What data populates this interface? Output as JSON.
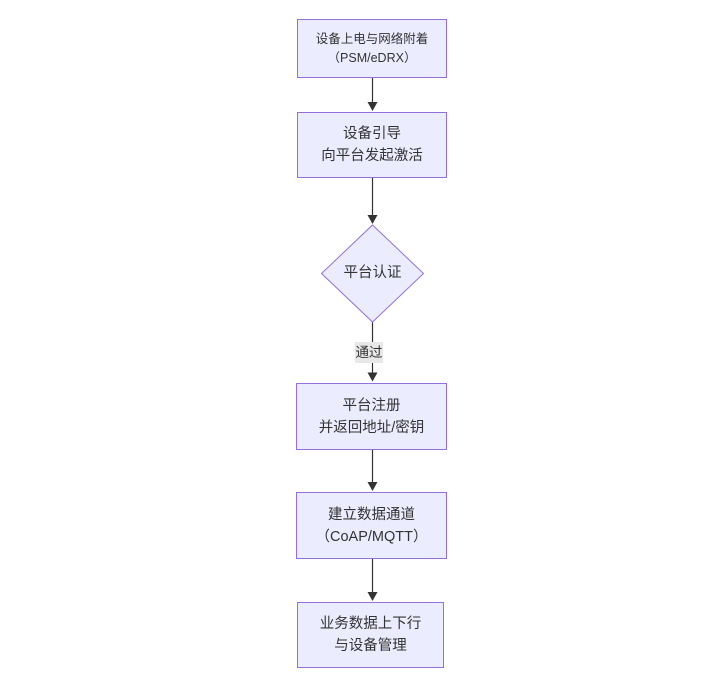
{
  "diagram": {
    "type": "flowchart-top-down",
    "colors": {
      "node_fill": "#ECECFF",
      "node_border": "#9370DB",
      "edge_line": "#333333",
      "arrowhead": "#333333",
      "text": "#333333",
      "edge_label_bg": "#e8e8e8",
      "background": "#ffffff"
    },
    "nodes": [
      {
        "id": "power-attach",
        "shape": "rect",
        "line1": "设备上电与网络附着",
        "line2": "（PSM/eDRX）"
      },
      {
        "id": "device-bootstrap",
        "shape": "rect",
        "line1": "设备引导",
        "line2": "向平台发起激活"
      },
      {
        "id": "platform-auth",
        "shape": "diamond",
        "label": "平台认证"
      },
      {
        "id": "platform-register",
        "shape": "rect",
        "line1": "平台注册",
        "line2": "并返回地址/密钥"
      },
      {
        "id": "data-channel",
        "shape": "rect",
        "line1": "建立数据通道",
        "line2": "（CoAP/MQTT）"
      },
      {
        "id": "business-data",
        "shape": "rect",
        "line1": "业务数据上下行",
        "line2": "与设备管理"
      }
    ],
    "edges": [
      {
        "from": "power-attach",
        "to": "device-bootstrap",
        "label": ""
      },
      {
        "from": "device-bootstrap",
        "to": "platform-auth",
        "label": ""
      },
      {
        "from": "platform-auth",
        "to": "platform-register",
        "label": "通过"
      },
      {
        "from": "platform-register",
        "to": "data-channel",
        "label": ""
      },
      {
        "from": "data-channel",
        "to": "business-data",
        "label": ""
      }
    ]
  }
}
